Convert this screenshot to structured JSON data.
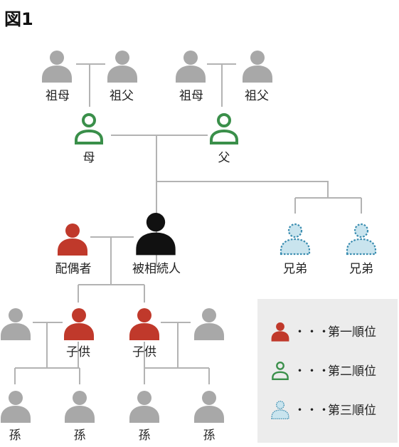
{
  "title": "図1",
  "colors": {
    "gray": "#a8a8a8",
    "rank1": "#c0392b",
    "rank2": "#3a8f4a",
    "rank3_fill": "#c9e4ee",
    "rank3_stroke": "#3b8db0",
    "self": "#111111",
    "line": "#b3b3b3",
    "legend_bg": "#ececec"
  },
  "people": {
    "grandmother_m": "祖母",
    "grandfather_m": "祖父",
    "grandmother_p": "祖母",
    "grandfather_p": "祖父",
    "mother": "母",
    "father": "父",
    "spouse": "配偶者",
    "deceased": "被相続人",
    "sibling_1": "兄弟",
    "sibling_2": "兄弟",
    "child_1": "子供",
    "child_2": "子供",
    "grandchild_1": "孫",
    "grandchild_2": "孫",
    "grandchild_3": "孫",
    "grandchild_4": "孫"
  },
  "legend": {
    "dots": "・・・",
    "rank1": "第一順位",
    "rank2": "第二順位",
    "rank3": "第三順位"
  }
}
